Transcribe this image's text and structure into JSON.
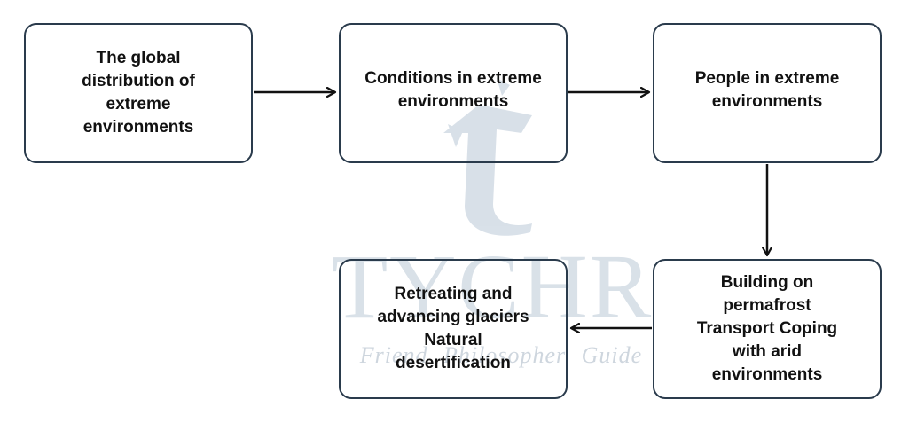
{
  "watermark": {
    "logo": "TYCHR",
    "tagline": "Friend Philosopher Guide"
  },
  "boxes": {
    "b1": "The global\ndistribution of\nextreme\nenvironments",
    "b2": "Conditions in extreme\nenvironments",
    "b3": "People in extreme\nenvironments",
    "b4": "Building on\npermafrost\nTransport Coping\nwith arid\nenvironments",
    "b5": "Retreating and\nadvancing glaciers\nNatural\ndesertification"
  },
  "colors": {
    "border": "#2a3b4c",
    "arrow": "#111111",
    "text": "#111111",
    "watermark": "#cdd7e1"
  }
}
